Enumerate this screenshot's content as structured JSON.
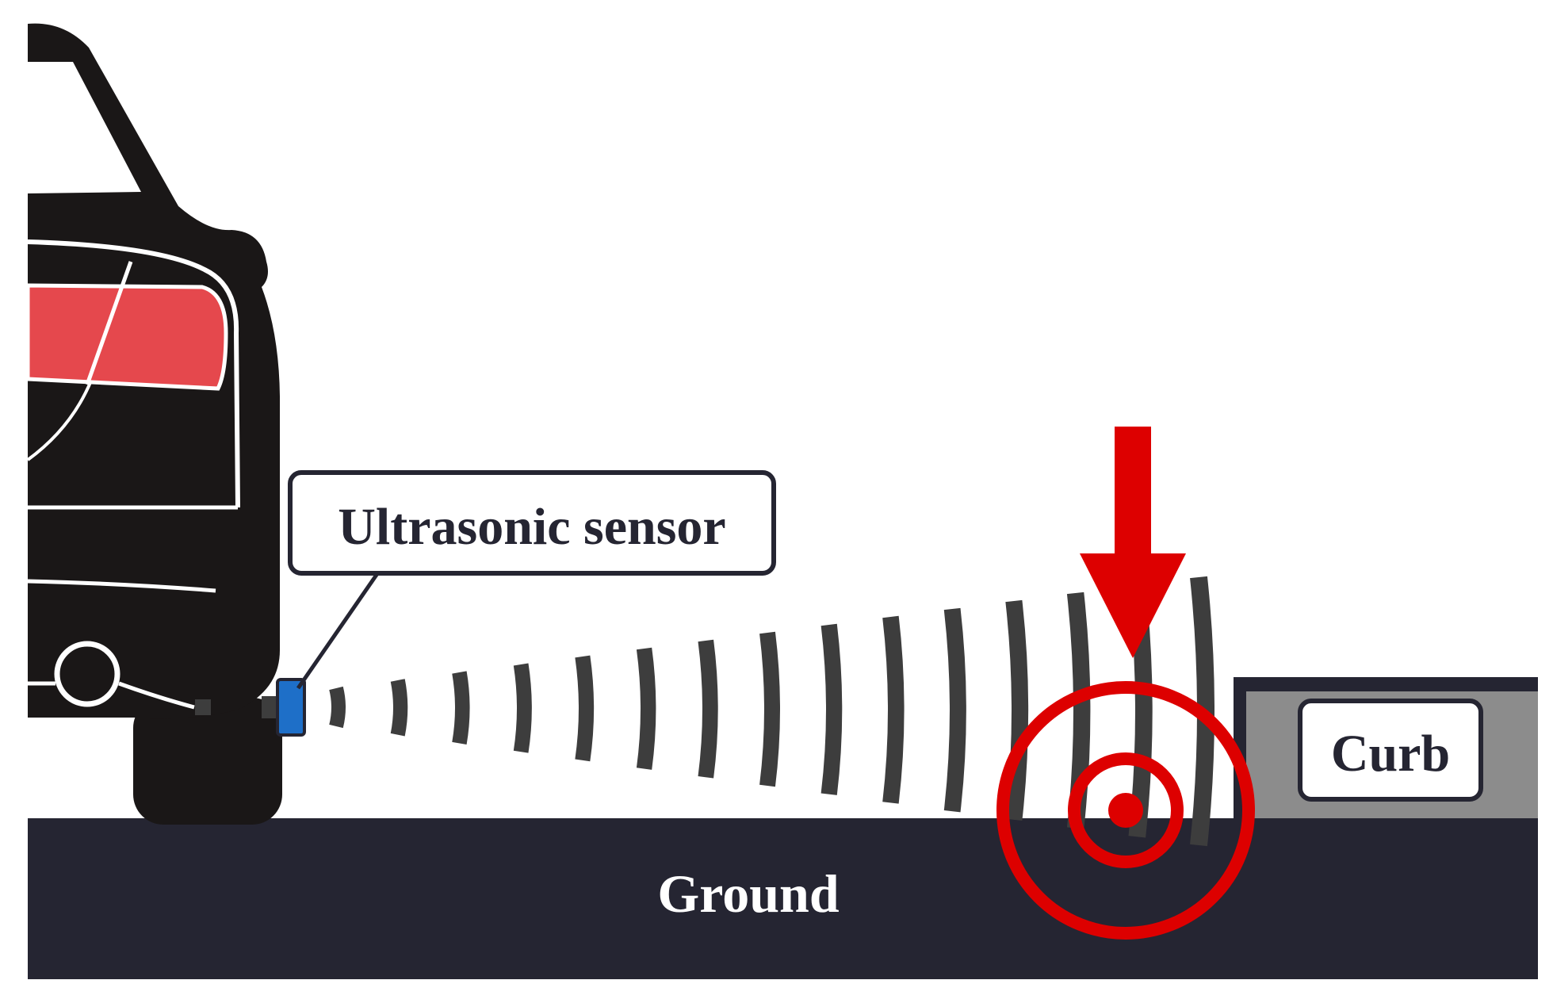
{
  "labels": {
    "sensor": "Ultrasonic sensor",
    "curb": "Curb",
    "ground": "Ground"
  },
  "colors": {
    "car_body": "#1a1717",
    "tail_light": "#e5484d",
    "sensor": "#1e6fc8",
    "wave": "#3d3d3d",
    "ground": "#252532",
    "curb_fill": "#8c8c8c",
    "curb_outline": "#252532",
    "target_red": "#dd0000",
    "label_border": "#252532",
    "label_text": "#252532",
    "ground_text": "#ffffff"
  },
  "icons": {
    "car": "car-rear-icon",
    "sensor": "sensor-icon",
    "arrow": "arrow-down-icon",
    "target": "target-icon"
  }
}
